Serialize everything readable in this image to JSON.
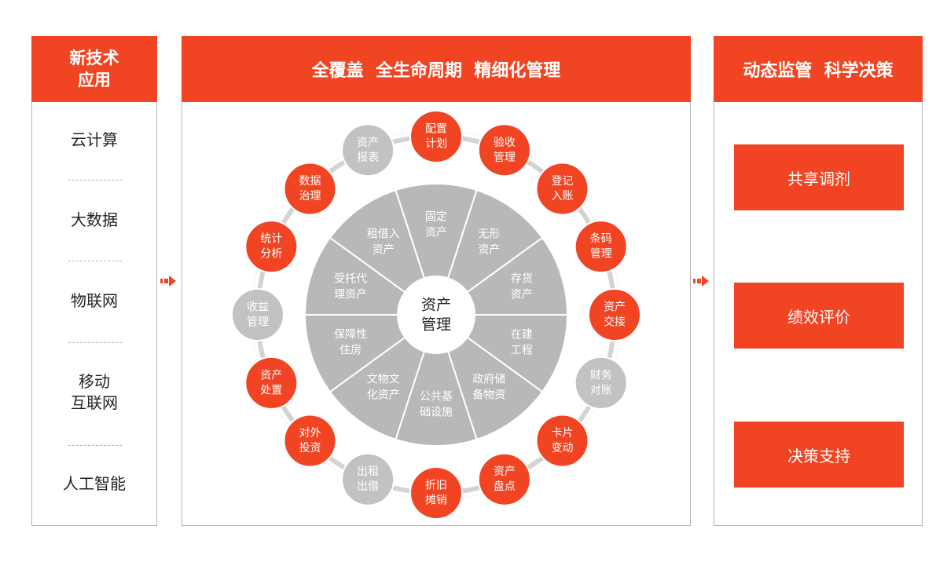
{
  "left": {
    "title_line1": "新技术",
    "title_line2": "应用",
    "items": [
      {
        "lines": [
          "云计算"
        ]
      },
      {
        "lines": [
          "大数据"
        ]
      },
      {
        "lines": [
          "物联网"
        ]
      },
      {
        "lines": [
          "移动",
          "互联网"
        ]
      },
      {
        "lines": [
          "人工智能"
        ]
      }
    ]
  },
  "center": {
    "title": "全覆盖  全生命周期  精细化管理",
    "hub": [
      "资产",
      "管理"
    ],
    "sectors": [
      [
        "固定",
        "资产"
      ],
      [
        "无形",
        "资产"
      ],
      [
        "存货",
        "资产"
      ],
      [
        "在建",
        "工程"
      ],
      [
        "政府储",
        "备物资"
      ],
      [
        "公共基",
        "础设施"
      ],
      [
        "文物文",
        "化资产"
      ],
      [
        "保障性",
        "住房"
      ],
      [
        "受托代",
        "理资产"
      ],
      [
        "租借入",
        "资产"
      ]
    ],
    "nodes": [
      {
        "lines": [
          "配置",
          "计划"
        ],
        "style": "red"
      },
      {
        "lines": [
          "验收",
          "管理"
        ],
        "style": "red"
      },
      {
        "lines": [
          "登记",
          "入账"
        ],
        "style": "red"
      },
      {
        "lines": [
          "条码",
          "管理"
        ],
        "style": "red"
      },
      {
        "lines": [
          "资产",
          "交接"
        ],
        "style": "red"
      },
      {
        "lines": [
          "财务",
          "对账"
        ],
        "style": "gray"
      },
      {
        "lines": [
          "卡片",
          "变动"
        ],
        "style": "red"
      },
      {
        "lines": [
          "资产",
          "盘点"
        ],
        "style": "red"
      },
      {
        "lines": [
          "折旧",
          "摊销"
        ],
        "style": "red"
      },
      {
        "lines": [
          "出租",
          "出借"
        ],
        "style": "gray"
      },
      {
        "lines": [
          "对外",
          "投资"
        ],
        "style": "red"
      },
      {
        "lines": [
          "资产",
          "处置"
        ],
        "style": "red"
      },
      {
        "lines": [
          "收益",
          "管理"
        ],
        "style": "gray"
      },
      {
        "lines": [
          "统计",
          "分析"
        ],
        "style": "red"
      },
      {
        "lines": [
          "数据",
          "治理"
        ],
        "style": "red"
      },
      {
        "lines": [
          "资产",
          "报表"
        ],
        "style": "gray"
      }
    ]
  },
  "right": {
    "title": "动态监管  科学决策",
    "boxes": [
      "共享调剂",
      "绩效评价",
      "决策支持"
    ]
  },
  "colors": {
    "accent": "#f04423",
    "sector_gray": "#b8b8b8",
    "node_gray": "#c2c2c2",
    "ring_gray": "#d3d3d3"
  }
}
